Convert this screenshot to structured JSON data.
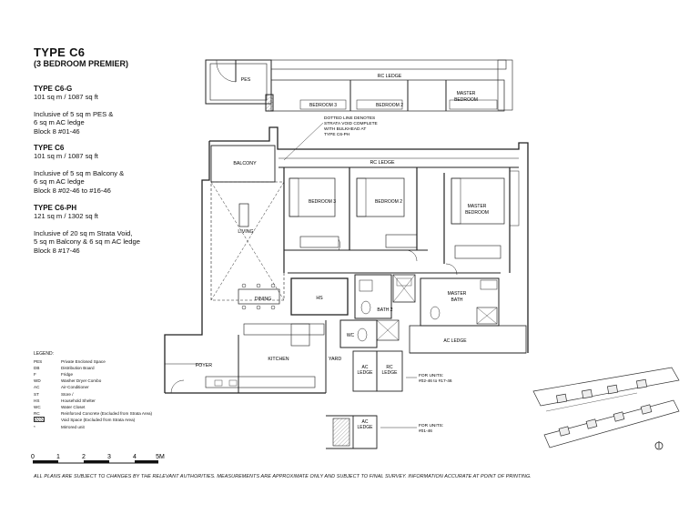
{
  "header": {
    "title": "TYPE  C6",
    "subtitle": "(3 BEDROOM PREMIER)"
  },
  "unit_types": [
    {
      "name": "TYPE C6-G",
      "area": "101 sq m / 1087 sq ft",
      "lines": [
        "Inclusive of 5 sq m PES &",
        "6 sq m AC ledge",
        "Block 8 #01-46"
      ]
    },
    {
      "name": "TYPE C6",
      "area": "101 sq m / 1087 sq ft",
      "lines": [
        "Inclusive of 5 sq m Balcony &",
        "6 sq m AC ledge",
        "Block 8 #02-46 to #16-46"
      ]
    },
    {
      "name": "TYPE C6-PH",
      "area": "121 sq m / 1302 sq ft",
      "lines": [
        "Inclusive of 20 sq m Strata Void,",
        "5 sq m Balcony & 6 sq m AC ledge",
        "Block 8 #17-46"
      ]
    }
  ],
  "legend": {
    "heading": "LEGEND:",
    "items": [
      {
        "key": "PES",
        "desc": "Private Enclosed Space"
      },
      {
        "key": "DB",
        "desc": "Distribution Board"
      },
      {
        "key": "F",
        "desc": "Fridge"
      },
      {
        "key": "WD",
        "desc": "Washer Dryer Combo"
      },
      {
        "key": "AC",
        "desc": "Air-Conditioner"
      },
      {
        "key": "ST",
        "desc": "Store /"
      },
      {
        "key": "HS",
        "desc": "Household Shelter"
      },
      {
        "key": "WC",
        "desc": "Water Closet"
      },
      {
        "key": "RC",
        "desc": "Reinforced Concrete (Excluded from Strata Area)"
      },
      {
        "key": "",
        "desc": "Void Space (Excluded from Strata Area)"
      },
      {
        "key": "*",
        "desc": "Mirrored unit"
      }
    ]
  },
  "scale_bar": {
    "ticks": [
      "0",
      "1",
      "2",
      "3",
      "4"
    ],
    "end_label": "5M"
  },
  "disclaimer": "ALL PLANS ARE SUBJECT TO CHANGES BY THE RELEVANT AUTHORITIES. MEASUREMENTS ARE APPROXIMATE ONLY AND SUBJECT TO FINAL SURVEY. INFORMATION ACCURATE AT POINT OF PRINTING.",
  "plan": {
    "ground_level": {
      "pes": "PES",
      "rc_ledge": "RC LEDGE",
      "bedroom3": "BEDROOM 3",
      "bedroom2": "BEDROOM 2",
      "master_bedroom": [
        "MASTER",
        "BEDROOM"
      ]
    },
    "void_note": [
      "DOTTED LINE DENOTES",
      "STRATA VOID COMPLETE",
      "WITH BULKHEAD AT",
      "TYPE C6-PH"
    ],
    "rooms": {
      "balcony": "BALCONY",
      "rc_ledge": "RC LEDGE",
      "bedroom3": "BEDROOM 3",
      "bedroom2": "BEDROOM 2",
      "master_bedroom": [
        "MASTER",
        "BEDROOM"
      ],
      "living": "LIVING",
      "dining": "DINING",
      "hs": "HS",
      "bath2": "BATH 2",
      "master_bath": [
        "MASTER",
        "BATH"
      ],
      "wc": "WC",
      "ac_ledge_right": "AC LEDGE",
      "foyer": "FOYER",
      "kitchen": "KITCHEN",
      "yard": "YARD",
      "ac_ledge": [
        "AC",
        "LEDGE"
      ],
      "rc_ledge_small": [
        "RC",
        "LEDGE"
      ],
      "ac_ledge_lower": [
        "AC",
        "LEDGE"
      ]
    },
    "units_note_1": [
      "FOR UNITS:",
      "#02-46 to #17-46"
    ],
    "units_note_2": [
      "FOR UNITS:",
      "#01-46"
    ]
  },
  "key_plan": {
    "north": "N"
  }
}
